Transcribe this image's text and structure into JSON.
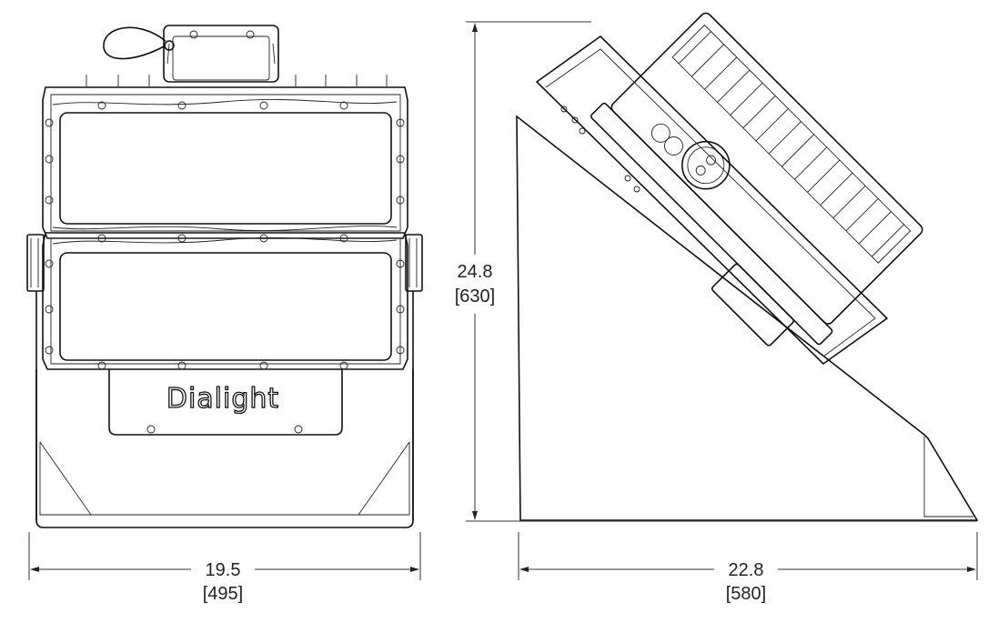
{
  "brand": {
    "logo_text": "Dialight"
  },
  "dimensions": {
    "width": {
      "inches": "19.5",
      "mm": "[495]"
    },
    "depth": {
      "inches": "22.8",
      "mm": "[580]"
    },
    "height": {
      "inches": "24.8",
      "mm": "[630]"
    }
  },
  "colors": {
    "line": "#111111",
    "background": "#ffffff"
  }
}
